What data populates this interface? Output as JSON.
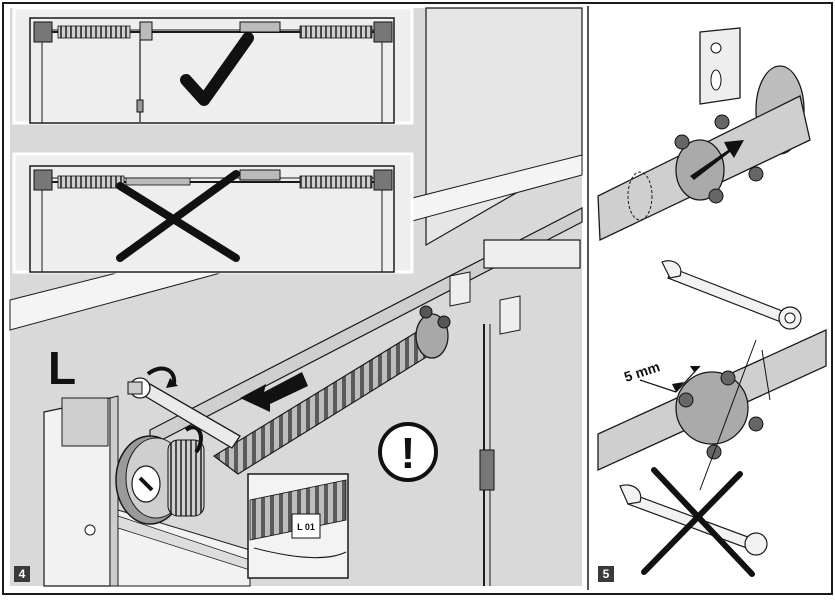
{
  "figure": {
    "panel_left": {
      "step_number": "4",
      "side_marker": "L"
    },
    "panel_right": {
      "step_number": "5",
      "gap_label": "5 mm"
    },
    "inset_code": "L 01",
    "attention_symbol": "!",
    "correct_symbol": "check-mark",
    "wrong_symbol": "cross-mark",
    "colors": {
      "line": "#1a1a1a",
      "background_gray": "#dcdcdc",
      "light_gray": "#eeeeee",
      "badge": "#3a3a3a"
    }
  }
}
